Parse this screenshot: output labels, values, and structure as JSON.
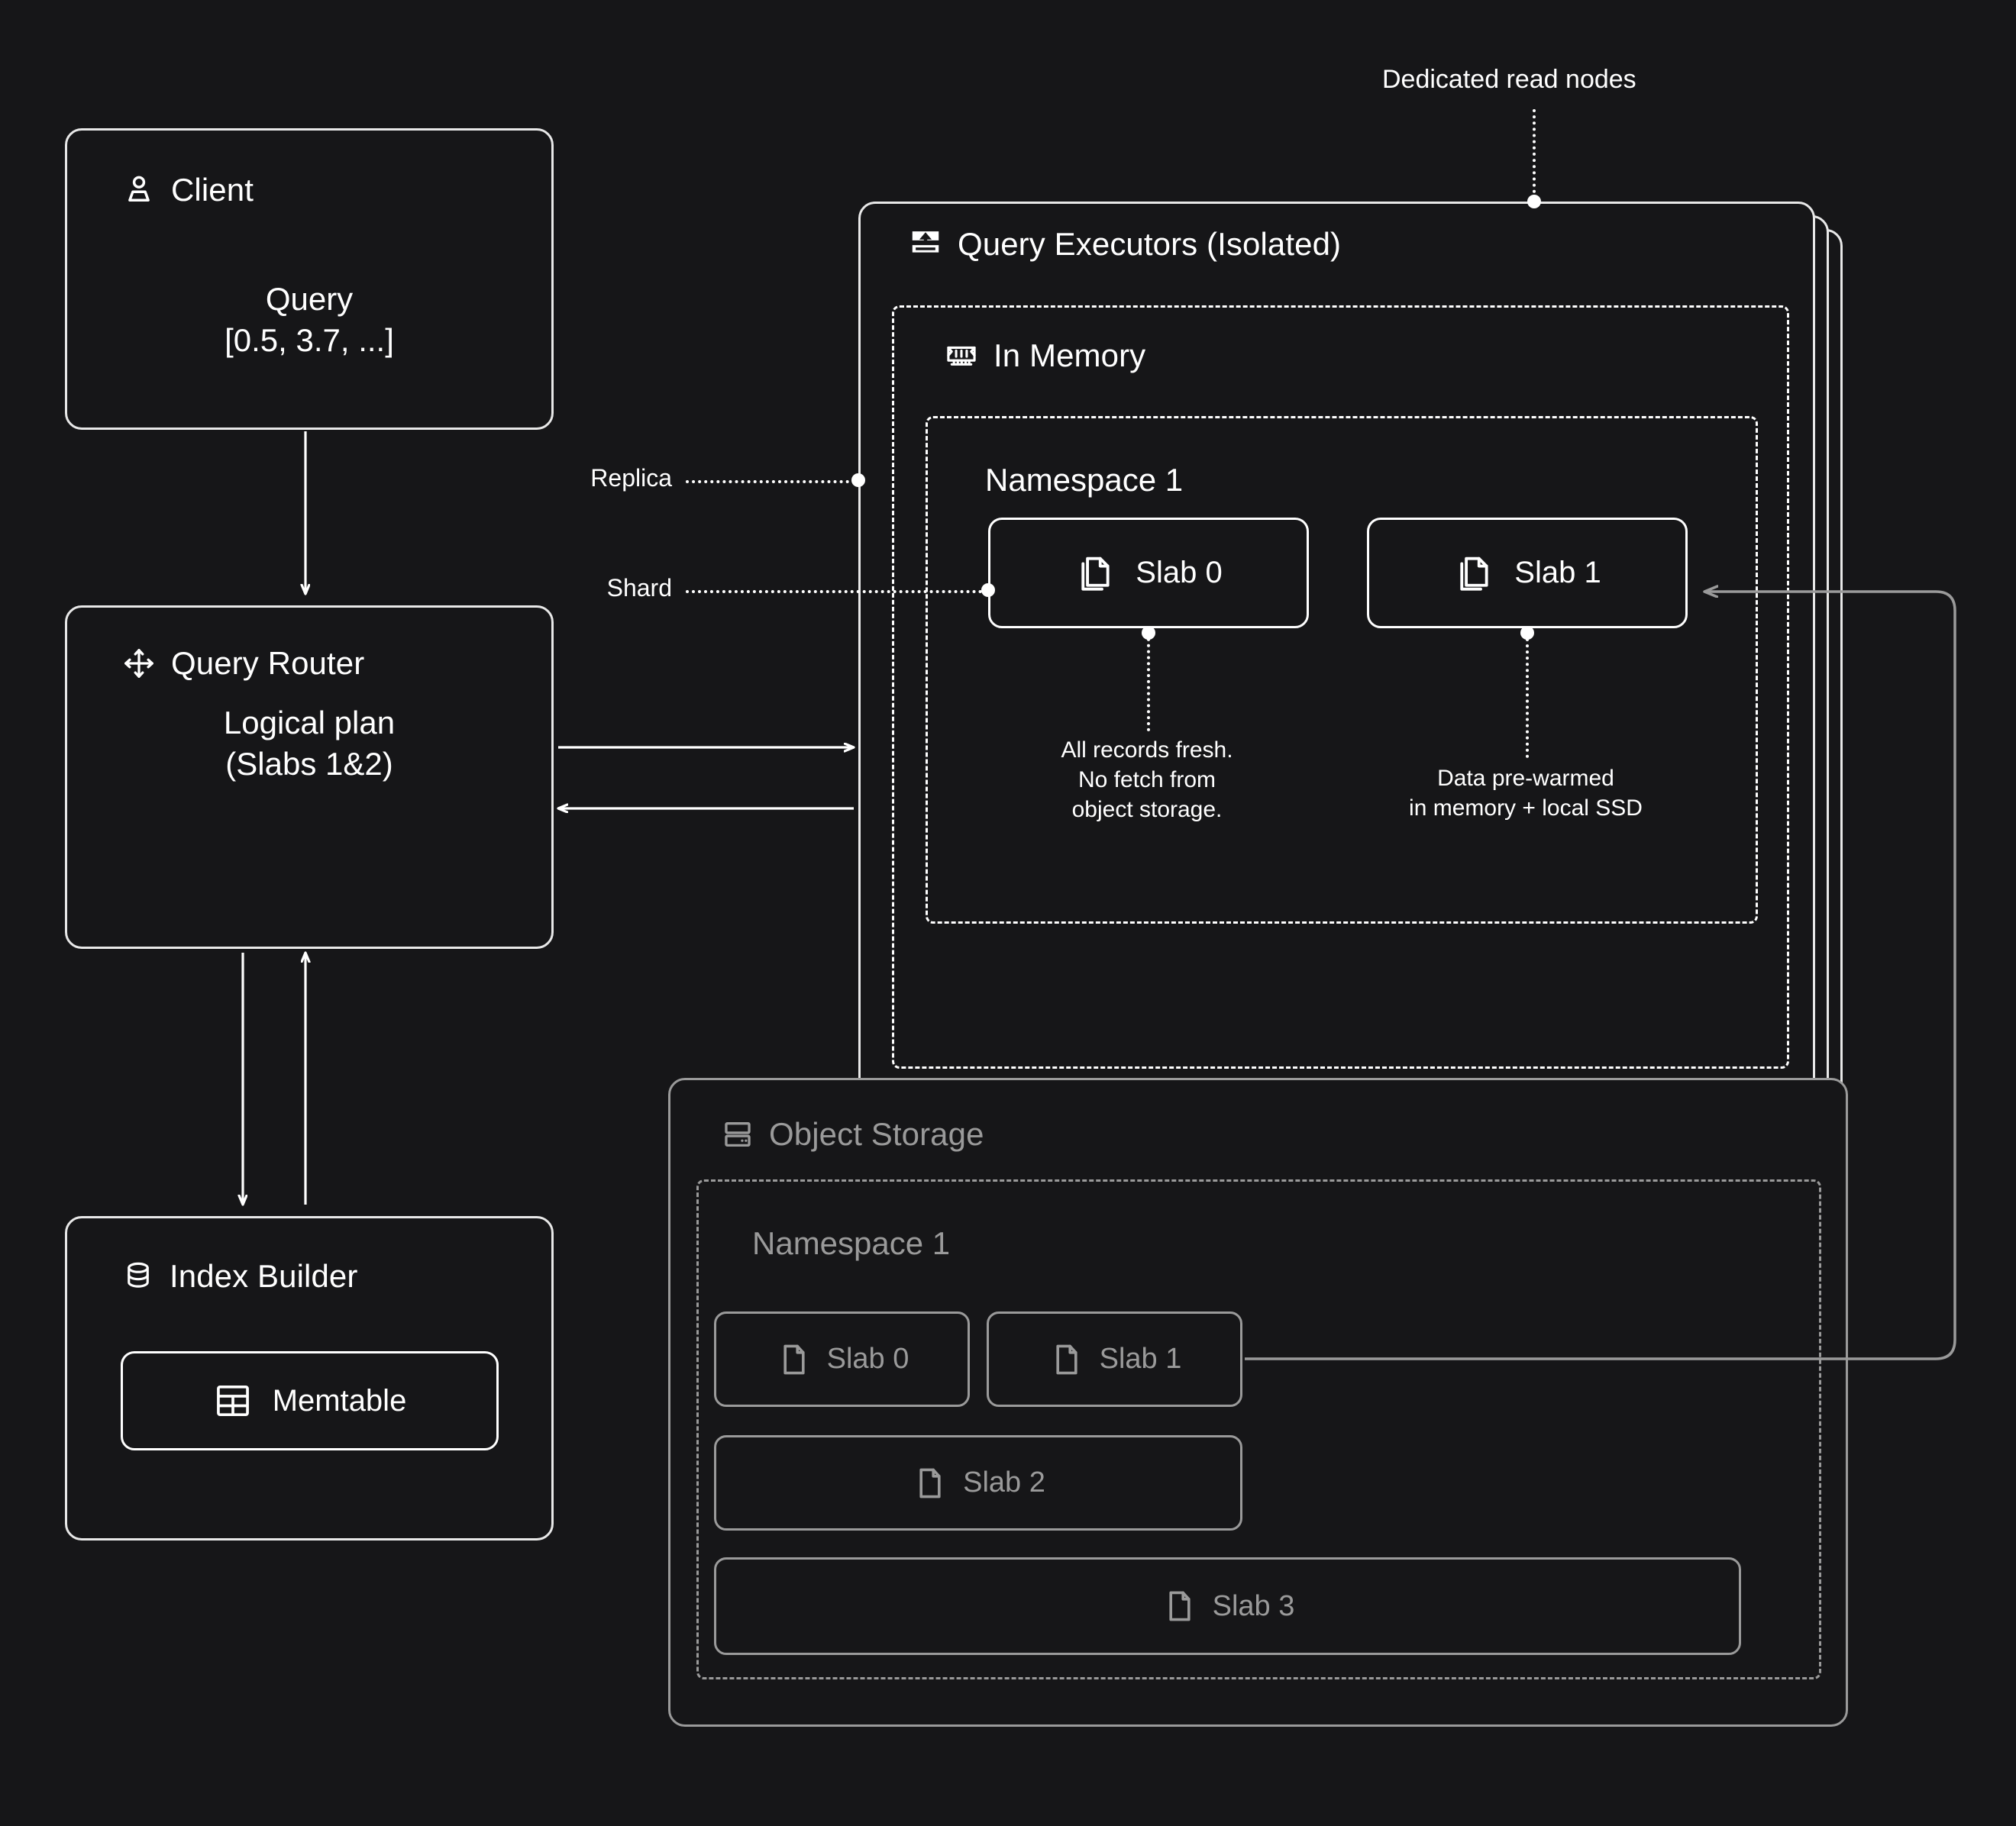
{
  "theme": {
    "background": "#161618",
    "stroke_primary": "#e8e8e8",
    "stroke_dim": "#9a9a9a",
    "text_primary": "#ffffff",
    "text_dim": "#9a9a9a"
  },
  "client": {
    "title": "Client",
    "icon": "person-icon",
    "body": "Query\n[0.5, 3.7, ...]"
  },
  "query_router": {
    "title": "Query Router",
    "icon": "move-arrows-icon",
    "body": "Logical plan\n(Slabs 1&2)"
  },
  "index_builder": {
    "title": "Index Builder",
    "icon": "database-icon",
    "memtable": {
      "label": "Memtable",
      "icon": "table-grid-icon"
    }
  },
  "query_executors": {
    "title": "Query Executors (Isolated)",
    "icon": "upload-icon",
    "callout": "Dedicated read nodes",
    "in_memory": {
      "title": "In Memory",
      "icon": "memory-stick-icon"
    },
    "namespace": {
      "title": "Namespace 1",
      "slabs": [
        {
          "label": "Slab 0",
          "icon": "copy-documents-icon",
          "note": "All records fresh.\nNo fetch from\nobject storage."
        },
        {
          "label": "Slab 1",
          "icon": "copy-documents-icon",
          "note": "Data pre-warmed\nin memory + local SSD"
        }
      ]
    },
    "leaders": {
      "replica": "Replica",
      "shard": "Shard"
    }
  },
  "object_storage": {
    "title": "Object Storage",
    "icon": "server-rack-icon",
    "namespace": {
      "title": "Namespace 1",
      "slabs": [
        {
          "label": "Slab 0",
          "icon": "file-icon"
        },
        {
          "label": "Slab 1",
          "icon": "file-icon"
        },
        {
          "label": "Slab 2",
          "icon": "file-icon"
        },
        {
          "label": "Slab 3",
          "icon": "file-icon"
        }
      ]
    }
  }
}
